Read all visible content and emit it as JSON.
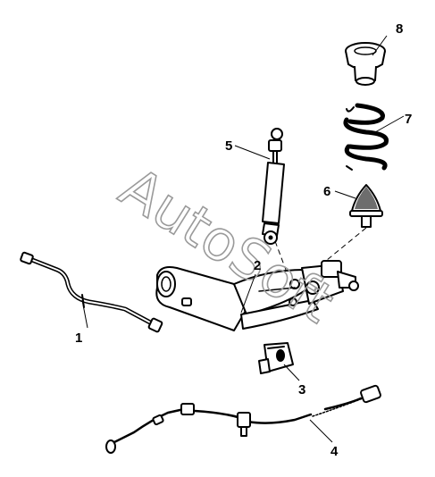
{
  "watermark": "AutoSoft",
  "callouts": [
    "1",
    "2",
    "3",
    "4",
    "5",
    "6",
    "7",
    "8"
  ],
  "parts": [
    {
      "callout": "1",
      "icon": "stabilizer-bar-icon"
    },
    {
      "callout": "2",
      "icon": "trailing-arm-icon"
    },
    {
      "callout": "3",
      "icon": "bracket-icon"
    },
    {
      "callout": "4",
      "icon": "abs-sensor-cable-icon"
    },
    {
      "callout": "5",
      "icon": "shock-absorber-icon"
    },
    {
      "callout": "6",
      "icon": "bump-stop-icon"
    },
    {
      "callout": "7",
      "icon": "coil-spring-icon"
    },
    {
      "callout": "8",
      "icon": "spring-seat-icon"
    }
  ]
}
